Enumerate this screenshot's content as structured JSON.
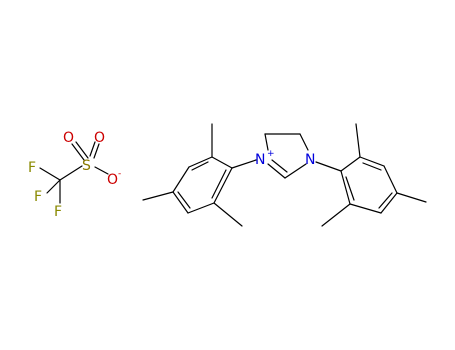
{
  "colors": {
    "bond": "#000000",
    "F": "#8a8a00",
    "S": "#8a7a00",
    "O": "#cc0000",
    "N": "#0000dd"
  },
  "triflate": {
    "atoms": {
      "F1": "F",
      "F2": "F",
      "F3": "F",
      "S": "S",
      "O1": "O",
      "O2": "O",
      "O3": "O"
    },
    "charges": {
      "O3": "-"
    }
  },
  "imidazolinium": {
    "atoms": {
      "N1": "N",
      "N3": "N"
    },
    "charges": {
      "N1": "+"
    }
  }
}
